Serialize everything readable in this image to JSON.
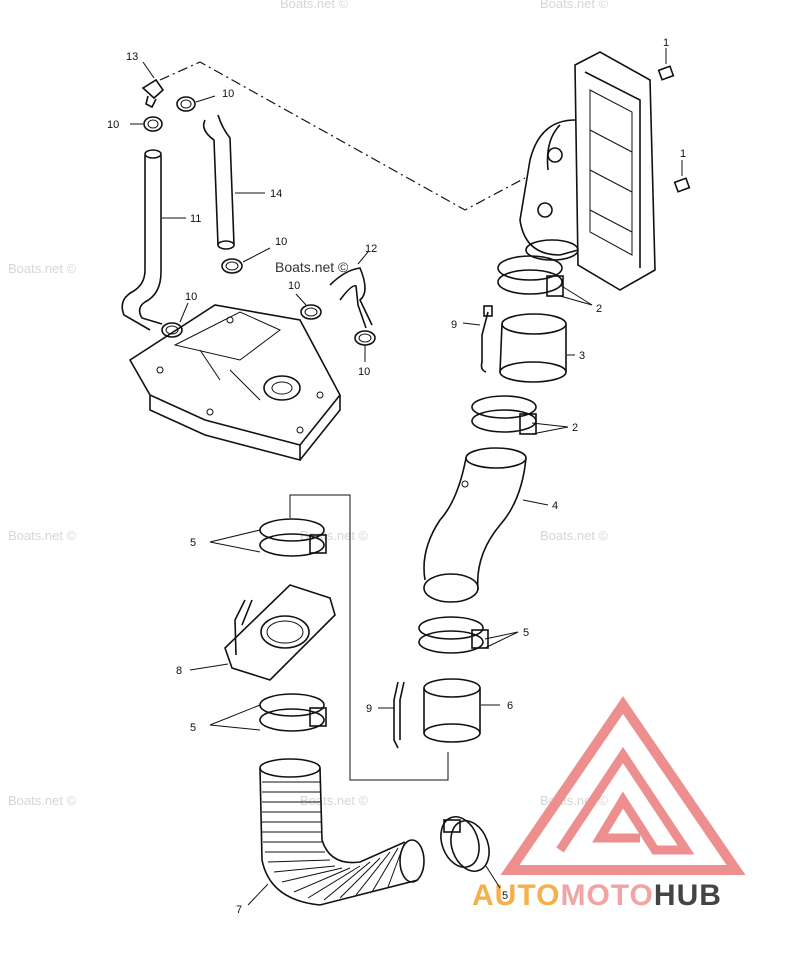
{
  "watermarks": [
    "Boats.net ©",
    "Boats.net ©",
    "Boats.net ©",
    "Boats.net ©",
    "Boats.net ©",
    "Boats.net ©",
    "Boats.net ©",
    "Boats.net ©",
    "Boats.net ©"
  ],
  "watermark_main": "Boats.net ©",
  "callouts": {
    "c1a": "1",
    "c1b": "1",
    "c2a": "2",
    "c2b": "2",
    "c3": "3",
    "c4": "4",
    "c5a": "5",
    "c5b": "5",
    "c5c": "5",
    "c5d": "5",
    "c6": "6",
    "c7": "7",
    "c8": "8",
    "c9a": "9",
    "c9b": "9",
    "c10a": "10",
    "c10b": "10",
    "c10c": "10",
    "c10d": "10",
    "c10e": "10",
    "c10f": "10",
    "c11": "11",
    "c12": "12",
    "c13": "13",
    "c14": "14"
  },
  "brand": {
    "part1": "AUTO",
    "part2": "MOTO",
    "part3": "HUB",
    "color1": "#f5b04a",
    "color2": "#f2a3a3",
    "color3": "#444444",
    "triangle_color": "#ee8f8f"
  }
}
